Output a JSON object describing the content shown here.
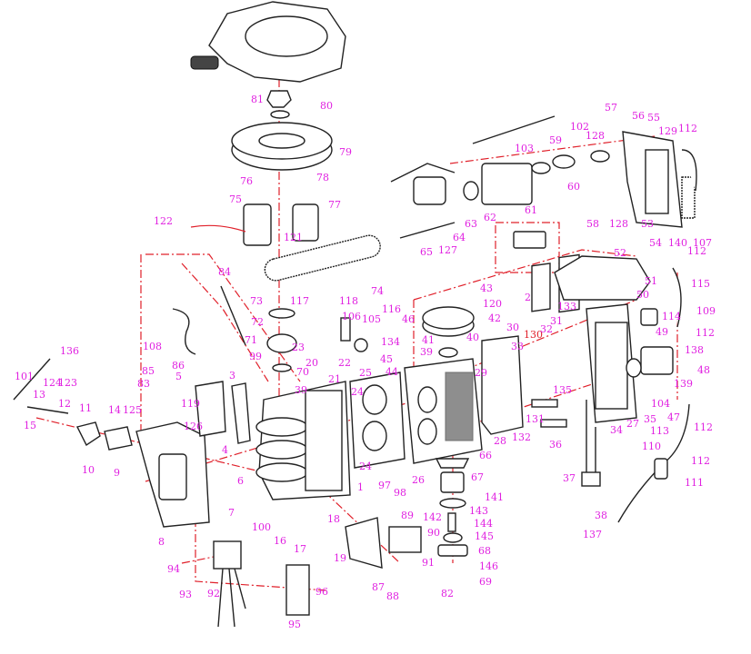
{
  "diagram": {
    "title": "Outboard powerhead exploded parts diagram",
    "accent_colors": {
      "callout": "#e020e0",
      "assembly_line": "#e0202a",
      "leader": "#2233cc",
      "outline": "#222222"
    },
    "callouts": [
      "81",
      "80",
      "79",
      "76",
      "78",
      "75",
      "77",
      "121",
      "122",
      "84",
      "74",
      "73",
      "117",
      "118",
      "72",
      "106",
      "105",
      "116",
      "108",
      "71",
      "23",
      "99",
      "20",
      "22",
      "70",
      "21",
      "39",
      "3",
      "85",
      "86",
      "5",
      "83",
      "119",
      "101",
      "136",
      "124",
      "123",
      "13",
      "12",
      "11",
      "15",
      "14",
      "125",
      "10",
      "9",
      "126",
      "4",
      "24",
      "24",
      "25",
      "6",
      "1",
      "7",
      "8",
      "100",
      "16",
      "18",
      "17",
      "19",
      "94",
      "93",
      "92",
      "96",
      "95",
      "97",
      "98",
      "89",
      "90",
      "91",
      "87",
      "88",
      "26",
      "66",
      "67",
      "141",
      "142",
      "143",
      "144",
      "145",
      "68",
      "146",
      "69",
      "82",
      "43",
      "120",
      "42",
      "46",
      "134",
      "45",
      "44",
      "41",
      "40",
      "39",
      "29",
      "30",
      "33",
      "130",
      "32",
      "31",
      "135",
      "131",
      "132",
      "28",
      "36",
      "133",
      "34",
      "27",
      "35",
      "104",
      "47",
      "37",
      "38",
      "137",
      "51",
      "50",
      "49",
      "52",
      "112",
      "115",
      "109",
      "114",
      "112",
      "138",
      "48",
      "139",
      "112",
      "113",
      "110",
      "112",
      "111",
      "57",
      "56",
      "55",
      "128",
      "129",
      "112",
      "59",
      "60",
      "61",
      "62",
      "63",
      "64",
      "65",
      "127",
      "58",
      "128",
      "53",
      "54",
      "140",
      "107",
      "103",
      "102",
      "2"
    ]
  }
}
